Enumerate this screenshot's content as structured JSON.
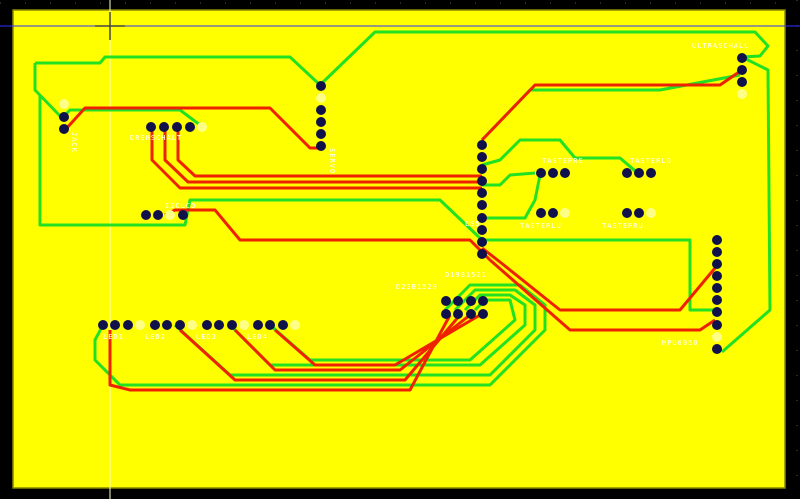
{
  "colors": {
    "board": "#ffff00",
    "background": "#000000",
    "top_trace": "#22e022",
    "bottom_trace": "#ee2200",
    "pad": "#10104a",
    "cursor_line": "#3030ff"
  },
  "cursor_icon": "crosshair-icon",
  "labels": {
    "ultraschall": "ULTRASCHALL",
    "mpu": "MPU6050",
    "taster_tl": "TASTERRE",
    "taster_tr": "TASTERLO",
    "taster_bl": "TASTERLU",
    "taster_br": "TASTERRU",
    "ls": "LS5",
    "d19": "D19B1521",
    "d23": "D23B1520",
    "servo": "SERVO",
    "drehschalter": "DREHSCHALT",
    "jack": "JACK",
    "i2c": "I2CLCD",
    "led1": "LED1",
    "led2": "LED2",
    "led3": "LED3",
    "led4": "LED4"
  }
}
